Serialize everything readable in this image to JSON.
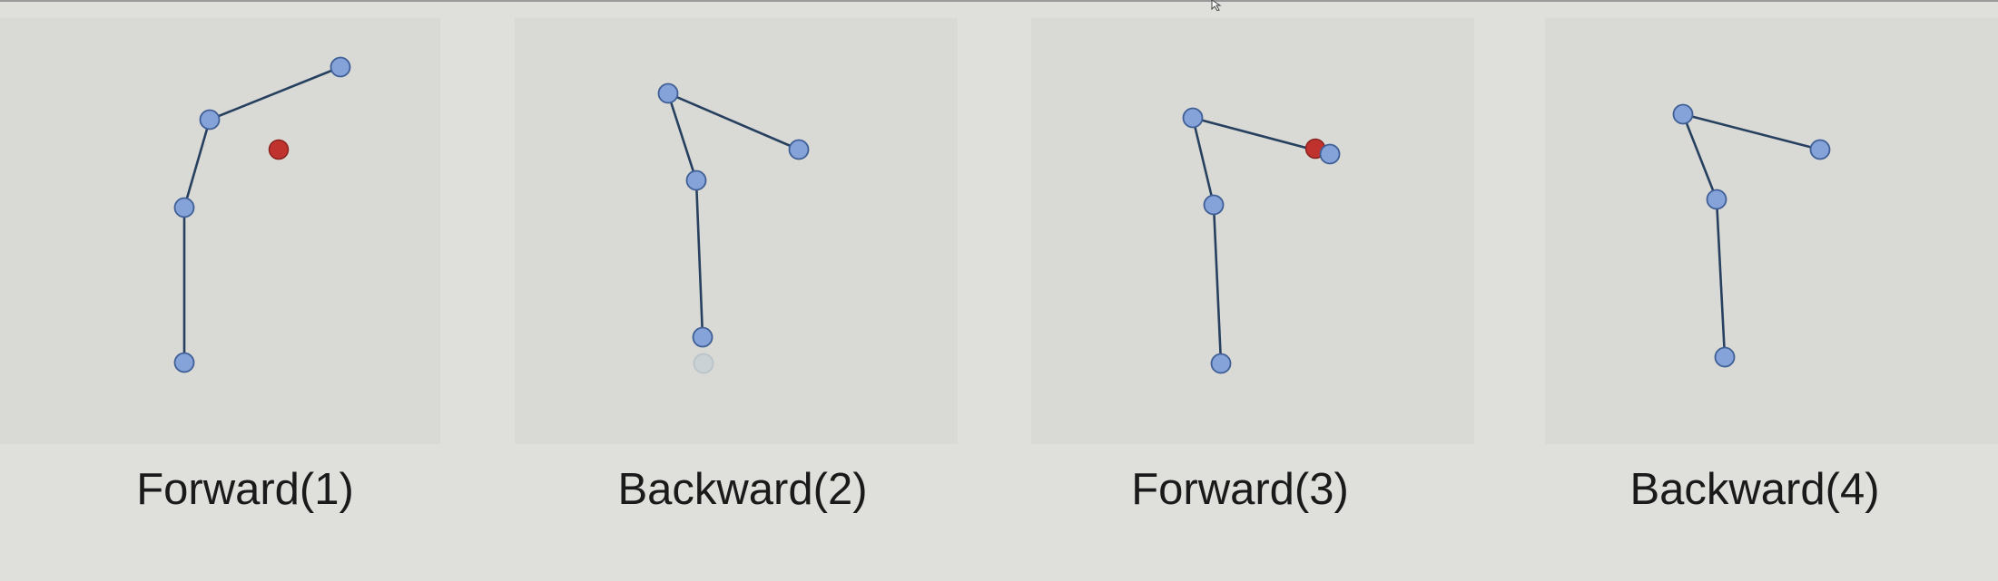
{
  "panels": [
    {
      "caption": "Forward(1)",
      "joints": [
        [
          203,
          400
        ],
        [
          203,
          229
        ],
        [
          231,
          132
        ],
        [
          375,
          74
        ]
      ],
      "target": [
        307,
        165
      ],
      "ghost_joints": []
    },
    {
      "caption": "Backward(2)",
      "joints": [
        [
          774,
          372
        ],
        [
          767,
          199
        ],
        [
          736,
          103
        ],
        [
          880,
          165
        ]
      ],
      "target": null,
      "ghost_joints": [
        [
          775,
          401
        ]
      ]
    },
    {
      "caption": "Forward(3)",
      "joints": [
        [
          1345,
          401
        ],
        [
          1337,
          226
        ],
        [
          1314,
          130
        ],
        [
          1465,
          170
        ]
      ],
      "target": [
        1449,
        164
      ],
      "ghost_joints": []
    },
    {
      "caption": "Backward(4)",
      "joints": [
        [
          1900,
          394
        ],
        [
          1891,
          220
        ],
        [
          1854,
          126
        ],
        [
          2005,
          165
        ]
      ],
      "target": null,
      "ghost_joints": []
    }
  ],
  "colors": {
    "background": "#dfdfdb",
    "bone": "#27405f",
    "joint_fill": "#85a3d8",
    "joint_stroke": "#3f5f96",
    "target": "#c0322d",
    "ghost": "#cbd2d6"
  },
  "icons": {
    "cursor": "mouse-pointer-icon"
  }
}
